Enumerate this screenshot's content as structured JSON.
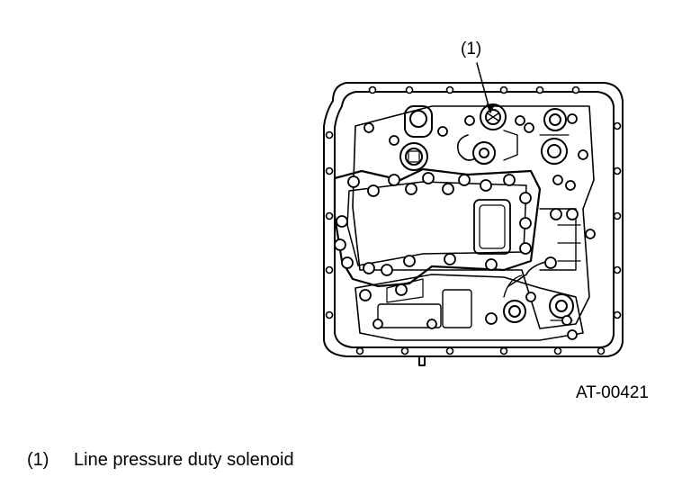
{
  "callout": {
    "label": "(1)"
  },
  "figure_code": "AT-00421",
  "legend": [
    {
      "number": "(1)",
      "text": "Line pressure duty solenoid"
    }
  ],
  "icons": {
    "main": "transmission-control-valve-body-drawing"
  }
}
